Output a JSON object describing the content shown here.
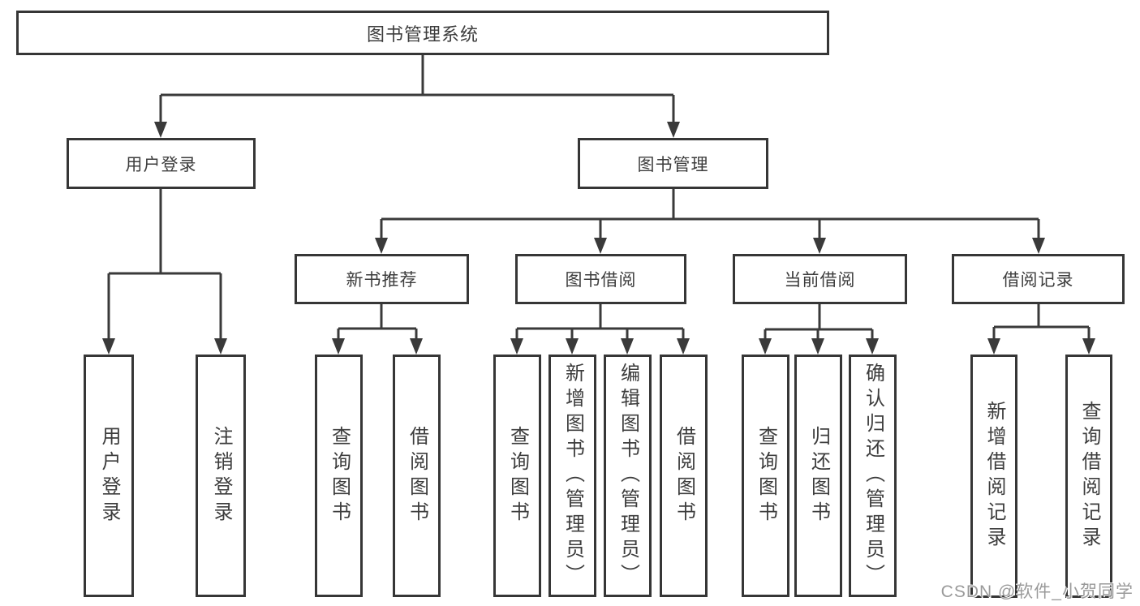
{
  "colors": {
    "line": "#3a3a3a",
    "box_border": "#363636",
    "text": "#3d3d3d",
    "watermark": "#9a9a9a",
    "background": "#ffffff"
  },
  "tree": {
    "root": {
      "label": "图书管理系统"
    },
    "branches": [
      {
        "label": "用户登录",
        "children": [
          {
            "label": "用户登录"
          },
          {
            "label": "注销登录"
          }
        ]
      },
      {
        "label": "图书管理",
        "groups": [
          {
            "label": "新书推荐",
            "children": [
              {
                "label": "查询图书"
              },
              {
                "label": "借阅图书"
              }
            ]
          },
          {
            "label": "图书借阅",
            "children": [
              {
                "label": "查询图书"
              },
              {
                "label": "新增图书（管理员）"
              },
              {
                "label": "编辑图书（管理员）"
              },
              {
                "label": "借阅图书"
              }
            ]
          },
          {
            "label": "当前借阅",
            "children": [
              {
                "label": "查询图书"
              },
              {
                "label": "归还图书"
              },
              {
                "label": "确认归还（管理员）"
              }
            ]
          },
          {
            "label": "借阅记录",
            "children": [
              {
                "label": "新增借阅记录"
              },
              {
                "label": "查询借阅记录"
              }
            ]
          }
        ]
      }
    ]
  },
  "watermark": {
    "text": "CSDN @软件_小贺同学"
  }
}
